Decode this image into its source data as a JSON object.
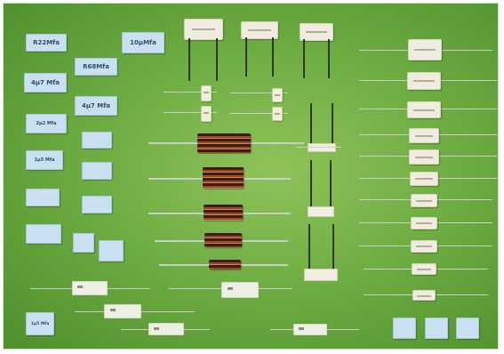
{
  "photo": {
    "background_color": "#6fae43",
    "capacitor_body_color": "#c9e0f0",
    "capacitor_text_color": "#2f4f6a",
    "labels": {
      "l1": "R22Mfa",
      "l2": "10µMfa",
      "l3": "R68Mfa",
      "l4": "4µ7 Mfa",
      "l5": "4µ7 Mfa",
      "l6": "2µ2 Mfa",
      "l7": "1µ5 Mfa",
      "l8": "1µ5 Mfa"
    }
  }
}
